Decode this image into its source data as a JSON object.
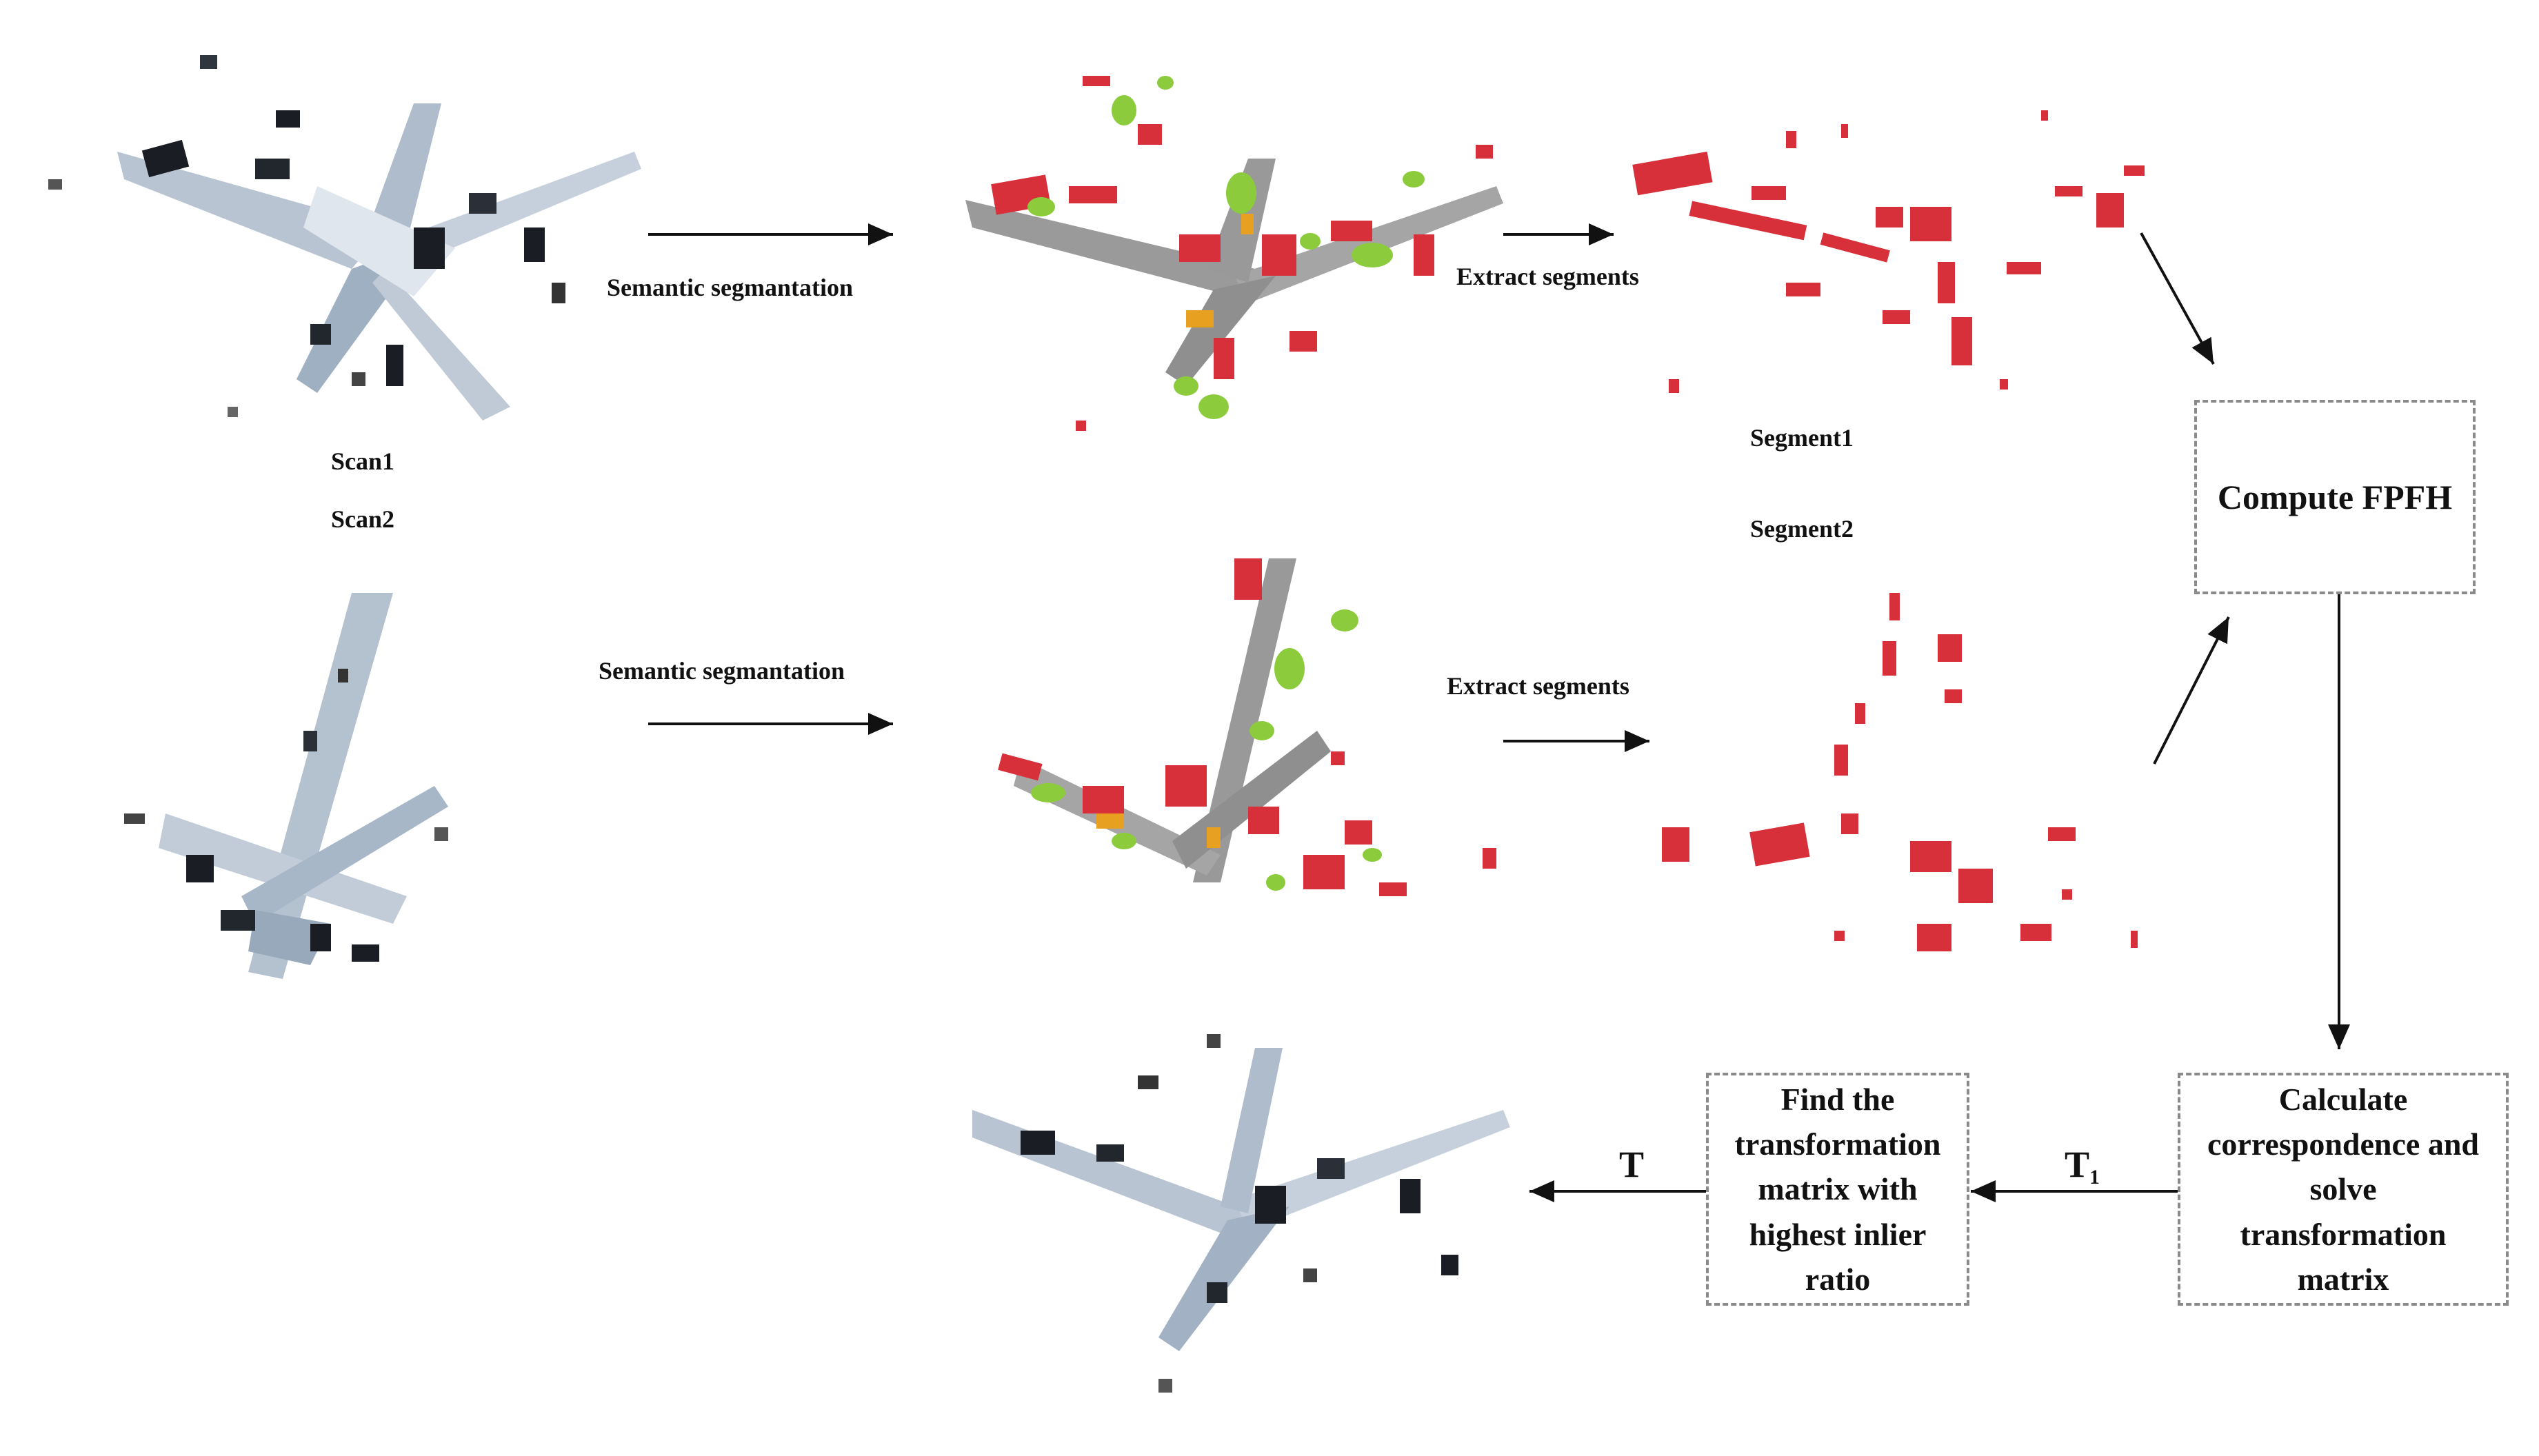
{
  "labels": {
    "scan1": "Scan1",
    "scan2": "Scan2",
    "seg_label_top": "Semantic segmantation",
    "seg_label_bottom": "Semantic segmantation",
    "extract_top": "Extract segments",
    "extract_bottom": "Extract segments",
    "segment1": "Segment1",
    "segment2": "Segment2",
    "t": "T",
    "t1_main": "T",
    "t1_sub": "1"
  },
  "boxes": {
    "compute_fpfh": "Compute FPFH",
    "calculate": "Calculate\ncorrespondence and\nsolve\ntransformation\nmatrix",
    "find_matrix": "Find the\ntransformation\nmatrix with\nhighest inlier\nratio"
  },
  "colors": {
    "building": "#d8303a",
    "vegetation": "#8ccc3c",
    "road": "#9a9a9a",
    "pole": "#e8a020",
    "scan": "#a9b7c6",
    "scan_dark": "#1a1e24",
    "arrow": "#111111",
    "box_border": "#8a8a8a"
  }
}
